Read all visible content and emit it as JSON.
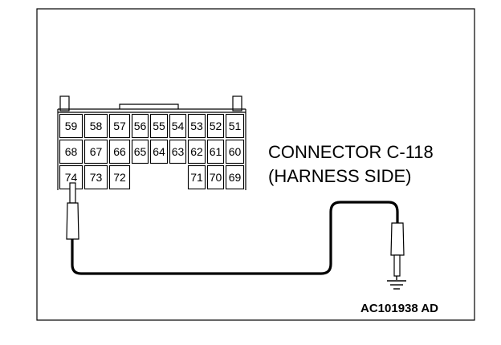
{
  "connector": {
    "name": "CONNECTOR C-118",
    "side": "(HARNESS SIDE)",
    "rows": [
      [
        "59",
        "58",
        "57",
        "56",
        "55",
        "54",
        "53",
        "52",
        "51"
      ],
      [
        "68",
        "67",
        "66",
        "65",
        "64",
        "63",
        "62",
        "61",
        "60"
      ],
      [
        "74",
        "73",
        "72",
        "",
        "",
        "",
        "71",
        "70",
        "69"
      ]
    ]
  },
  "figure_code": "AC101938 AD"
}
